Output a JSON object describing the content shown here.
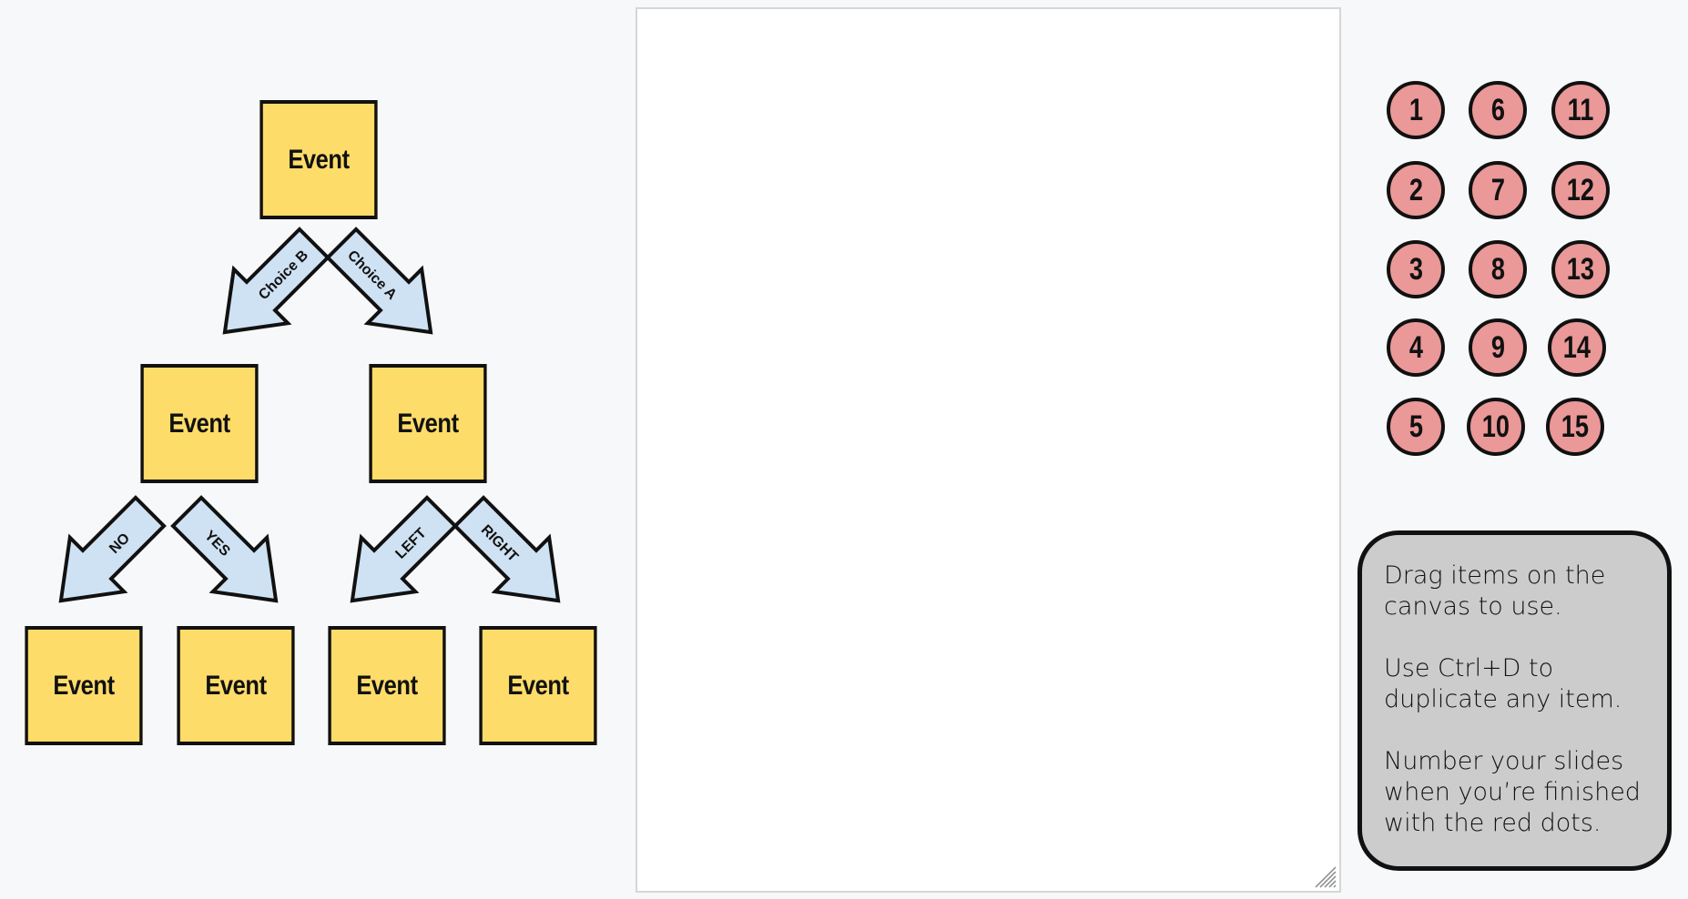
{
  "diagram": {
    "events": [
      "Event",
      "Event",
      "Event",
      "Event",
      "Event",
      "Event",
      "Event"
    ],
    "arrows": {
      "choice_b": "Choice B",
      "choice_a": "Choice A",
      "no": "NO",
      "yes": "YES",
      "left": "LEFT",
      "right": "RIGHT"
    }
  },
  "dots": [
    "1",
    "2",
    "3",
    "4",
    "5",
    "6",
    "7",
    "8",
    "9",
    "10",
    "11",
    "12",
    "13",
    "14",
    "15"
  ],
  "instructions": [
    "Drag items on the canvas to use.",
    "Use Ctrl+D to duplicate any item.",
    "Number your slides when you’re finished with the red dots."
  ],
  "colors": {
    "event_fill": "#fedc6a",
    "arrow_fill": "#cfe2f3",
    "dot_fill": "#ea9898",
    "note_fill": "#cccccc"
  }
}
